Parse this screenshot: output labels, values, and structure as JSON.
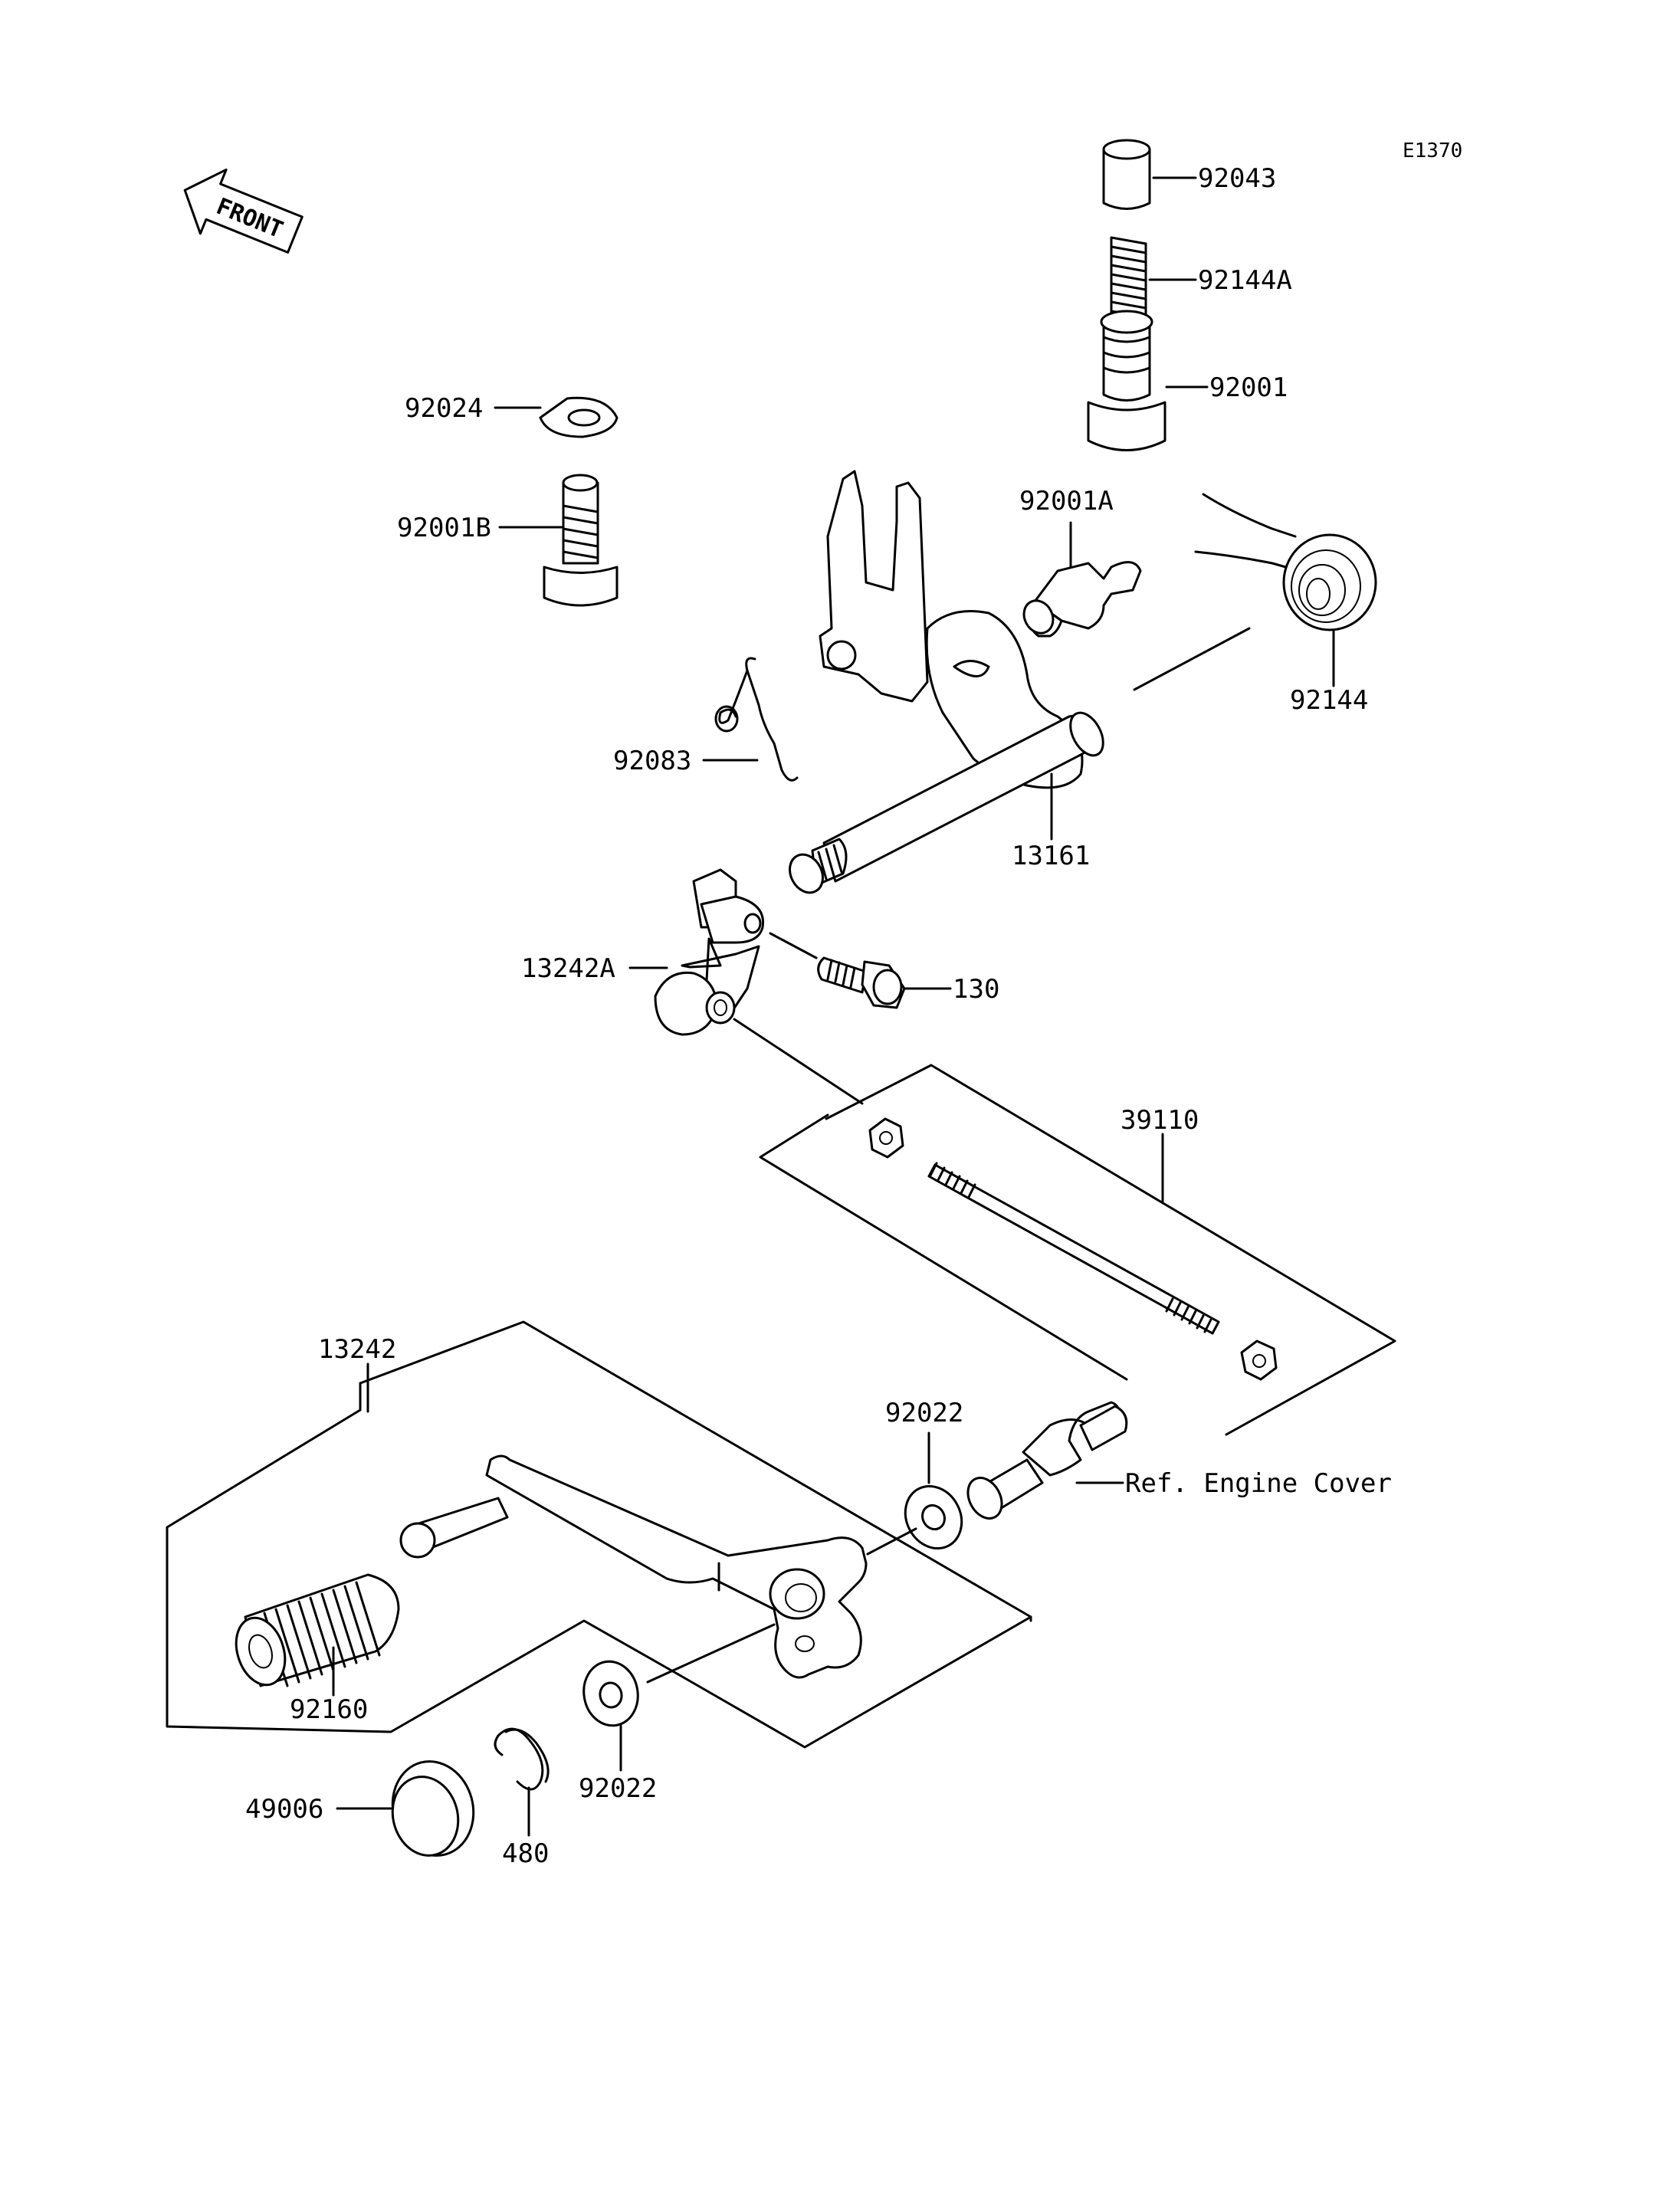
{
  "diagram_code": "E1370",
  "front_label": "FRONT",
  "labels": {
    "p92043": "92043",
    "p92144A": "92144A",
    "p92001": "92001",
    "p92024": "92024",
    "p92001B": "92001B",
    "p92001A": "92001A",
    "p92144": "92144",
    "p92083": "92083",
    "p13161": "13161",
    "p13242A": "13242A",
    "p130": "130",
    "p39110": "39110",
    "p13242": "13242",
    "p92022_top": "92022",
    "ref_engine_cover": "Ref. Engine Cover",
    "p92160": "92160",
    "p92022_bottom": "92022",
    "p49006": "49006",
    "p480": "480"
  }
}
